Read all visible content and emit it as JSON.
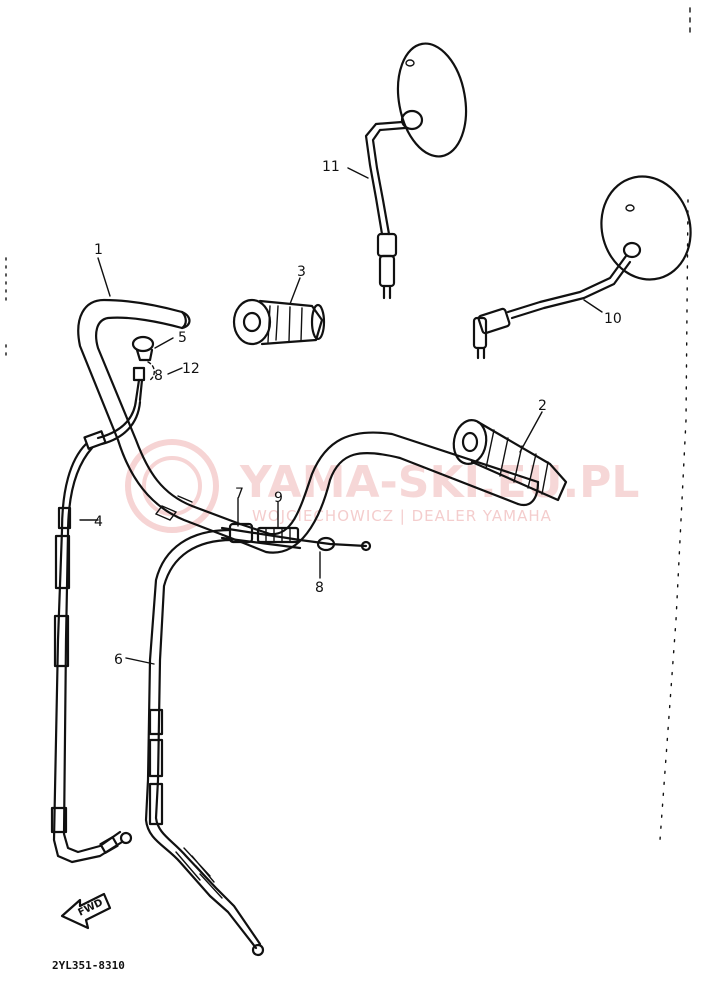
{
  "part_code": "2YL351-8310",
  "fwd_label": "FWD",
  "watermark": {
    "main": "YAMA-SKI.EU.PL",
    "sub": "WOJCIECHOWICZ | DEALER YAMAHA"
  },
  "callouts": {
    "c1": "1",
    "c2": "2",
    "c3": "3",
    "c4": "4",
    "c5": "5",
    "c6": "6",
    "c7": "7",
    "c8a": "8",
    "c8b": "8",
    "c9": "9",
    "c10": "10",
    "c11": "11",
    "c12": "12"
  }
}
